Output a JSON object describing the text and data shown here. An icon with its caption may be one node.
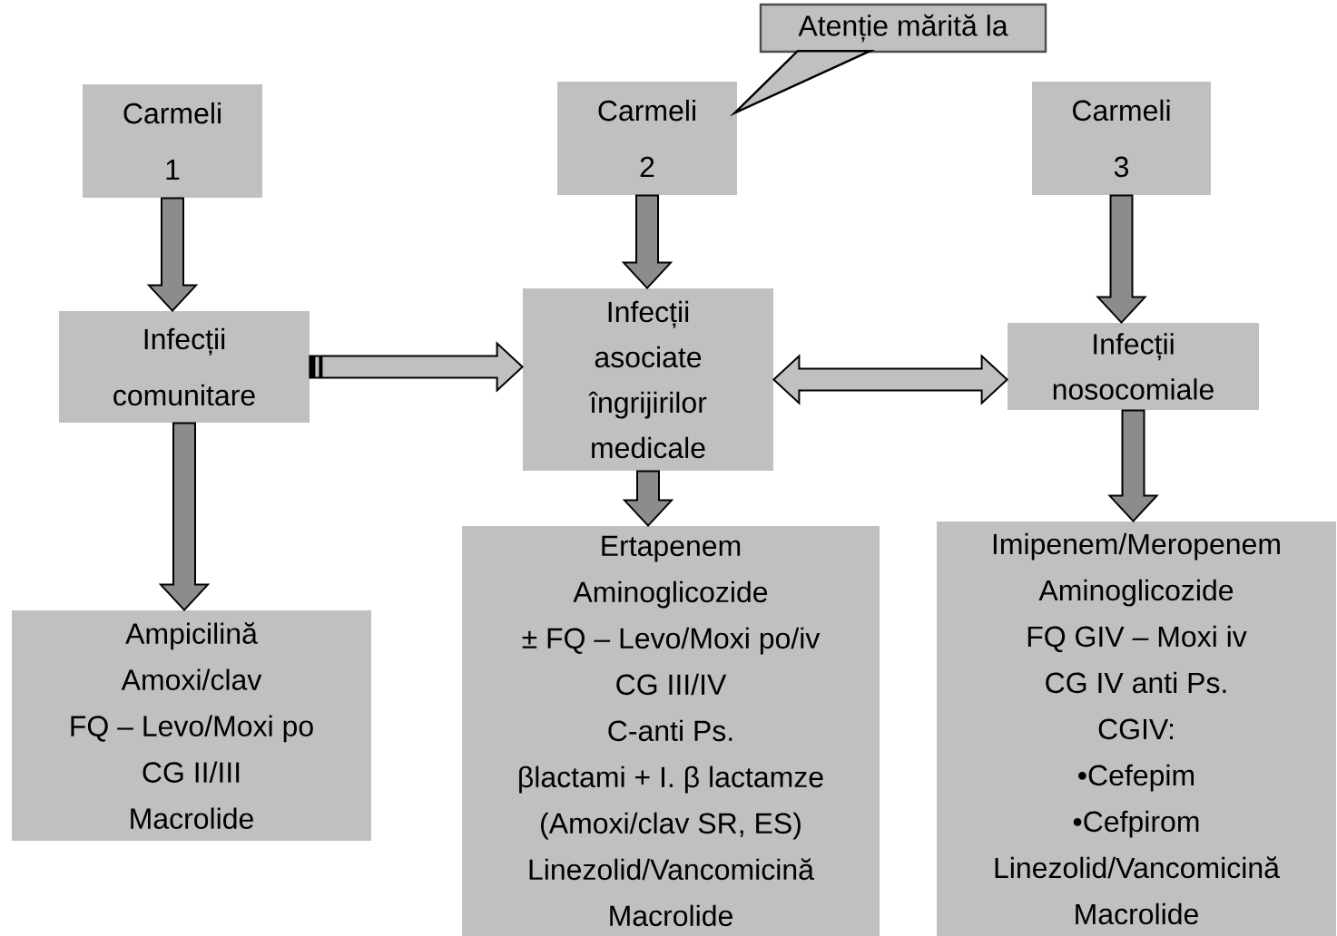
{
  "diagram": {
    "nodes": [
      {
        "text": [
          "Atenție mărită la"
        ]
      },
      {
        "text": [
          "Carmeli",
          "1"
        ]
      },
      {
        "text": [
          "Carmeli",
          "2"
        ]
      },
      {
        "text": [
          "Carmeli",
          "3"
        ]
      },
      {
        "text": [
          "Infecții comunitare"
        ]
      },
      {
        "text": [
          "Infecții asociate îngrijirilor medicale"
        ]
      },
      {
        "text": [
          "Infecții nosocomiale"
        ]
      },
      {
        "text": [
          "Ampicilină",
          "Amoxi/clav",
          "FQ – Levo/Moxi po",
          "CG II/III",
          "Macrolide"
        ]
      },
      {
        "text": [
          "Ertapenem",
          "Aminoglicozide",
          "± FQ – Levo/Moxi po/iv",
          "CG III/IV",
          "C-anti Ps.",
          "βlactami + I. β lactamze",
          "(Amoxi/clav SR, ES)",
          "Linezolid/Vancomicină",
          "Macrolide"
        ]
      },
      {
        "text": [
          "Imipenem/Meropenem",
          "Aminoglicozide",
          "FQ GIV – Moxi iv",
          "CG IV anti Ps.",
          "CGIV:",
          "•Cefepim",
          "•Cefpirom",
          "Linezolid/Vancomicină",
          "Macrolide"
        ]
      }
    ],
    "edges": [
      {
        "from": 0,
        "to": 2,
        "arrow": "none"
      },
      {
        "from": 1,
        "to": 4,
        "arrow": "to"
      },
      {
        "from": 2,
        "to": 5,
        "arrow": "to"
      },
      {
        "from": 3,
        "to": 6,
        "arrow": "to"
      },
      {
        "from": 4,
        "to": 5,
        "arrow": "to"
      },
      {
        "from": 5,
        "to": 6,
        "arrow": "both"
      },
      {
        "from": 4,
        "to": 7,
        "arrow": "to"
      },
      {
        "from": 5,
        "to": 8,
        "arrow": "to"
      },
      {
        "from": 6,
        "to": 9,
        "arrow": "to"
      }
    ]
  }
}
